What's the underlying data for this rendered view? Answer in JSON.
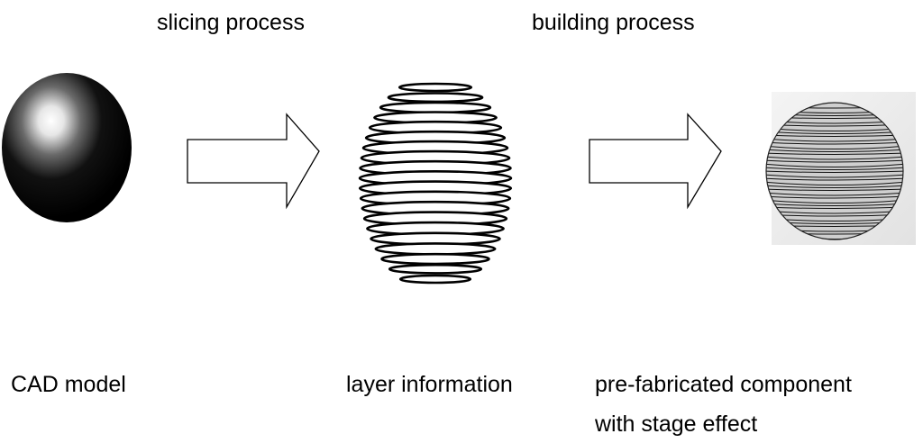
{
  "stages": {
    "slicing": "slicing process",
    "building": "building process"
  },
  "captions": {
    "cad_model": "CAD model",
    "layer_information": "layer information",
    "prefab_line1": "pre-fabricated component",
    "prefab_line2": "with stage effect"
  }
}
